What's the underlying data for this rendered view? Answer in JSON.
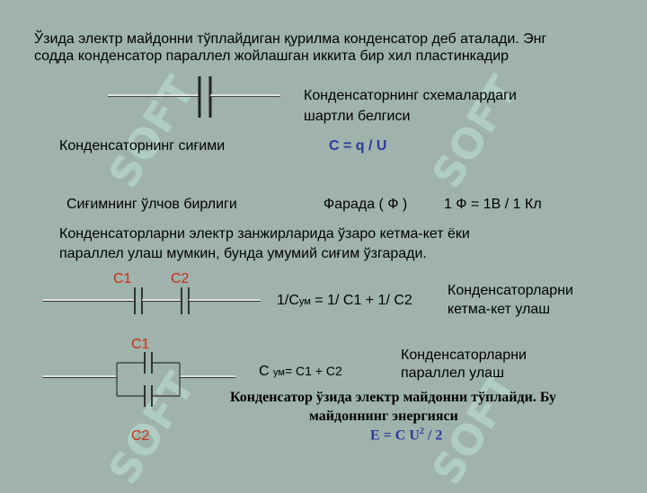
{
  "intro": {
    "line1": "Ўзида электр майдонни тўплайдиган қурилма конденсатор деб аталади. Энг",
    "line2": "содда конденсатор параллел жойлашган иккита бир хил пластинкадир"
  },
  "symbol": {
    "line1": "Конденсаторнинг схемалардаги",
    "line2": "шартли белгиси"
  },
  "capacity": {
    "label": "Конденсаторнинг сиғими",
    "formula": "C = q / U"
  },
  "unit": {
    "label": "Сиғимнинг ўлчов бирлиги",
    "name": "Фарада  ( Ф )",
    "relation": "1 Ф =  1В / 1 Кл"
  },
  "connection": {
    "line1": "Конденсаторларни электр занжирларида ўзаро кетма-кет ёки",
    "line2": "параллел улаш мумкин, бунда умумий сиғим ўзгаради."
  },
  "series": {
    "c1": "C1",
    "c2": "C2",
    "formula_start": "1/C",
    "formula_sub": "ум",
    "formula_end": " = 1/ C1 + 1/ C2",
    "caption1": "Конденсаторларни",
    "caption2": "кетма-кет улаш"
  },
  "parallel": {
    "c1": "C1",
    "c2": "C2",
    "formula_start": "C ",
    "formula_sub": "ум",
    "formula_end": "= C1 + C2",
    "caption1": "Конденсаторларни",
    "caption2": "параллел улаш"
  },
  "energy": {
    "line1": "Конденсатор ўзида  электр майдонни тўплайди. Бу",
    "line2": "майдоннинг    энергияси",
    "formula_start": "E = C U",
    "formula_sup": "2",
    "formula_end": " / 2"
  },
  "watermark": {
    "text": "SOFT"
  },
  "colors": {
    "background": "#9fb3ac",
    "label_red": "#cc2a1a",
    "formula_blue": "#2b3a9a",
    "line_dark": "#333333",
    "line_light": "#f2f2f2"
  }
}
